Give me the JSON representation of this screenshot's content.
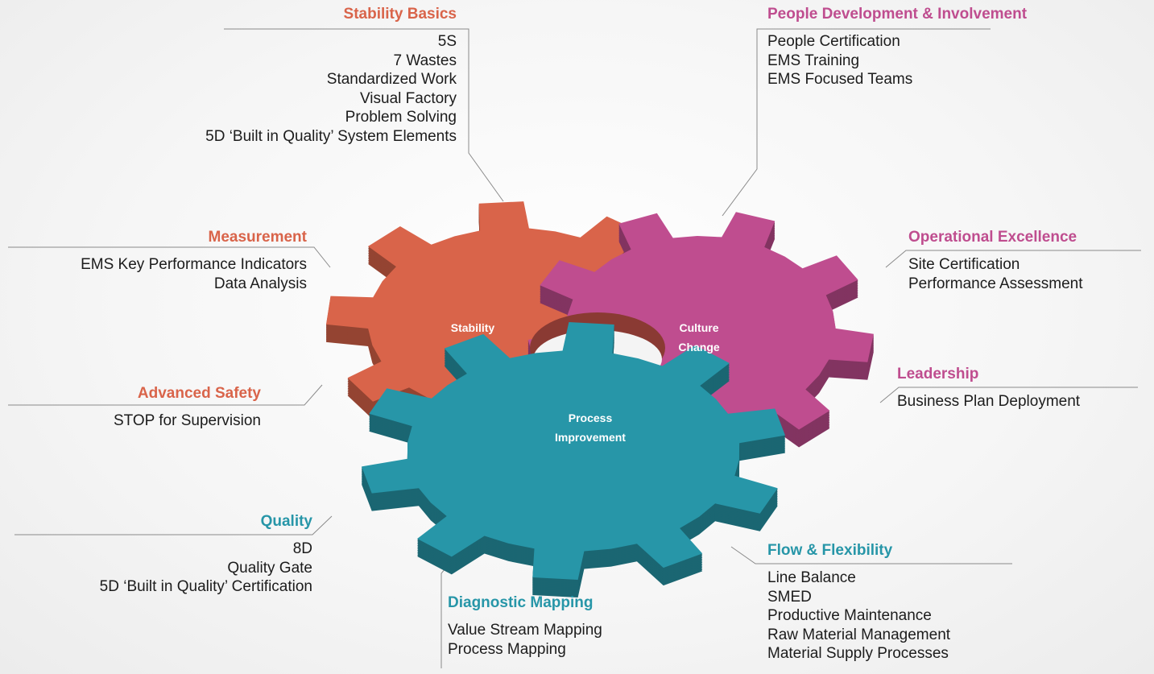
{
  "colors": {
    "stability": "#d9644a",
    "culture": "#bf4d8f",
    "process": "#2796a8",
    "line": "#8a8a8a"
  },
  "gears": {
    "stability": "Stability",
    "culture": [
      "Culture",
      "Change"
    ],
    "process": [
      "Process",
      "Improvement"
    ]
  },
  "groups": {
    "stability_basics": {
      "title": "Stability Basics",
      "items": [
        "5S",
        "7 Wastes",
        "Standardized Work",
        "Visual Factory",
        "Problem Solving",
        "5D ‘Built in Quality’ System Elements"
      ]
    },
    "people_development": {
      "title": "People Development & Involvement",
      "items": [
        "People Certification",
        "EMS Training",
        "EMS Focused Teams"
      ]
    },
    "measurement": {
      "title": "Measurement",
      "items": [
        "EMS Key Performance Indicators",
        "Data Analysis"
      ]
    },
    "operational_excellence": {
      "title": "Operational Excellence",
      "items": [
        "Site Certification",
        "Performance Assessment"
      ]
    },
    "advanced_safety": {
      "title": "Advanced Safety",
      "items": [
        "STOP for Supervision"
      ]
    },
    "leadership": {
      "title": "Leadership",
      "items": [
        "Business Plan Deployment"
      ]
    },
    "quality": {
      "title": "Quality",
      "items": [
        "8D",
        "Quality Gate",
        "5D ‘Built in Quality’ Certification"
      ]
    },
    "flow_flexibility": {
      "title": "Flow & Flexibility",
      "items": [
        "Line Balance",
        "SMED",
        "Productive Maintenance",
        "Raw Material Management",
        "Material Supply Processes"
      ]
    },
    "diagnostic_mapping": {
      "title": "Diagnostic Mapping",
      "items": [
        "Value Stream Mapping",
        "Process Mapping"
      ]
    }
  }
}
